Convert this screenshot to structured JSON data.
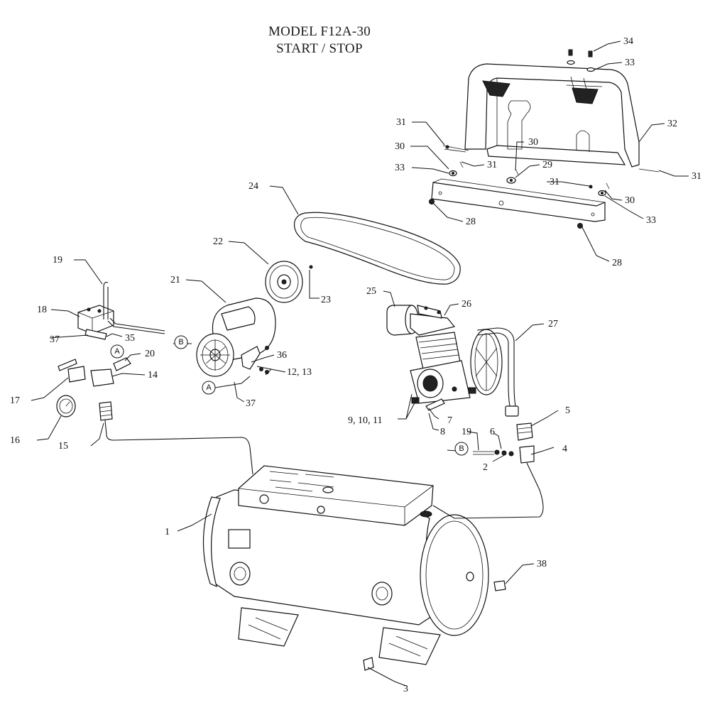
{
  "title": {
    "line1": "MODEL F12A-30",
    "line2": "START /  STOP"
  },
  "callouts": {
    "A": "A",
    "B": "B"
  },
  "labels": [
    {
      "id": "1",
      "text": "1"
    },
    {
      "id": "2",
      "text": "2"
    },
    {
      "id": "3",
      "text": "3"
    },
    {
      "id": "4",
      "text": "4"
    },
    {
      "id": "5",
      "text": "5"
    },
    {
      "id": "6",
      "text": "6"
    },
    {
      "id": "7",
      "text": "7"
    },
    {
      "id": "8",
      "text": "8"
    },
    {
      "id": "9-10-11",
      "text": "9, 10, 11"
    },
    {
      "id": "12-13",
      "text": "12, 13"
    },
    {
      "id": "14",
      "text": "14"
    },
    {
      "id": "15",
      "text": "15"
    },
    {
      "id": "16",
      "text": "16"
    },
    {
      "id": "17",
      "text": "17"
    },
    {
      "id": "18",
      "text": "18"
    },
    {
      "id": "19a",
      "text": "19"
    },
    {
      "id": "19b",
      "text": "19"
    },
    {
      "id": "20",
      "text": "20"
    },
    {
      "id": "21",
      "text": "21"
    },
    {
      "id": "22",
      "text": "22"
    },
    {
      "id": "23",
      "text": "23"
    },
    {
      "id": "24",
      "text": "24"
    },
    {
      "id": "25",
      "text": "25"
    },
    {
      "id": "26",
      "text": "26"
    },
    {
      "id": "27",
      "text": "27"
    },
    {
      "id": "28a",
      "text": "28"
    },
    {
      "id": "28b",
      "text": "28"
    },
    {
      "id": "29",
      "text": "29"
    },
    {
      "id": "30a",
      "text": "30"
    },
    {
      "id": "30b",
      "text": "30"
    },
    {
      "id": "30c",
      "text": "30"
    },
    {
      "id": "31a",
      "text": "31"
    },
    {
      "id": "31b",
      "text": "31"
    },
    {
      "id": "31c",
      "text": "31"
    },
    {
      "id": "31d",
      "text": "31"
    },
    {
      "id": "32",
      "text": "32"
    },
    {
      "id": "33a",
      "text": "33"
    },
    {
      "id": "33b",
      "text": "33"
    },
    {
      "id": "33c",
      "text": "33"
    },
    {
      "id": "34",
      "text": "34"
    },
    {
      "id": "35",
      "text": "35"
    },
    {
      "id": "36",
      "text": "36"
    },
    {
      "id": "37a",
      "text": "37"
    },
    {
      "id": "37b",
      "text": "37"
    },
    {
      "id": "38",
      "text": "38"
    }
  ]
}
